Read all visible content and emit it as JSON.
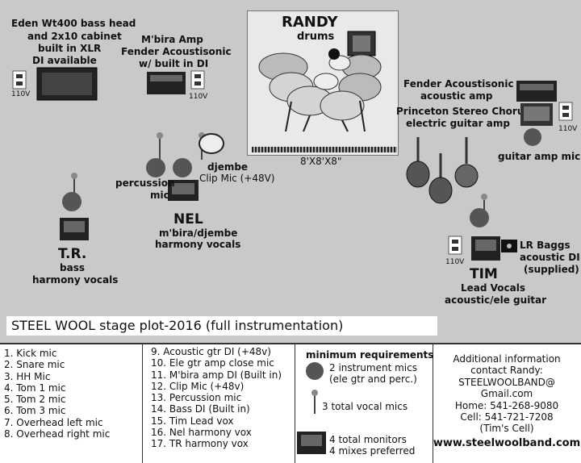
{
  "stage": {
    "eden_label": [
      "Eden Wt400 bass head",
      "and 2x10 cabinet",
      "built in XLR",
      "DI available"
    ],
    "mbira_amp_label": [
      "M'bira Amp",
      "Fender Acoustisonic",
      "w/ built in DI"
    ],
    "drummer_name": "RANDY",
    "drummer_role": "drums",
    "riser_size": "8'X8'X8\"",
    "fender_amp_label": [
      "Fender Acoustisonic",
      "acoustic amp"
    ],
    "princeton_label": [
      "Princeton Stereo Chorus",
      "electric guitar amp"
    ],
    "guitar_amp_mic": "guitar amp mic",
    "djembe_label": "djembe",
    "clip_mic": "Clip Mic (+48V)",
    "percussion_mic": [
      "percussion",
      "mic"
    ],
    "nel_name": "NEL",
    "nel_role": [
      "m'bira/djembe",
      "harmony vocals"
    ],
    "tr_name": "T.R.",
    "tr_role": [
      "bass",
      "harmony vocals"
    ],
    "tim_name": "TIM",
    "tim_role": [
      "Lead Vocals",
      "acoustic/ele guitar"
    ],
    "lr_baggs_label": [
      "LR Baggs",
      "acoustic DI",
      "(supplied)"
    ],
    "outlet_110v": "110V",
    "title": "STEEL WOOL stage plot-2016  (full instrumentation)"
  },
  "mics_col1": [
    "1. Kick mic",
    "2. Snare mic",
    "3. HH Mic",
    "4. Tom 1 mic",
    "5. Tom 2 mic",
    "6. Tom 3 mic",
    "7. Overhead left mic",
    "8. Overhead right mic"
  ],
  "mics_col2": [
    "9. Acoustic gtr DI (+48v)",
    "10. Ele gtr amp close mic",
    "11. M'bira amp DI (Built in)",
    "12. Clip Mic (+48v)",
    "13. Percussion mic",
    "14. Bass DI (Built in)",
    "15. Tim Lead vox",
    "16. Nel harmony vox",
    "17. TR harmony vox"
  ],
  "requirements": {
    "heading": "minimum requirements",
    "instrument_mics": [
      "2 instrument mics",
      "(ele gtr and perc.)"
    ],
    "vocal_mics": "3 total vocal mics",
    "monitors": [
      "4 total monitors",
      "4 mixes preferred"
    ]
  },
  "contact": {
    "lines": [
      "Additional information",
      "contact Randy:",
      "STEELWOOLBAND@",
      "Gmail.com",
      "Home:  541-268-9080",
      "Cell:     541-721-7208",
      "(Tim's Cell)"
    ],
    "website": "www.steelwoolband.com"
  }
}
